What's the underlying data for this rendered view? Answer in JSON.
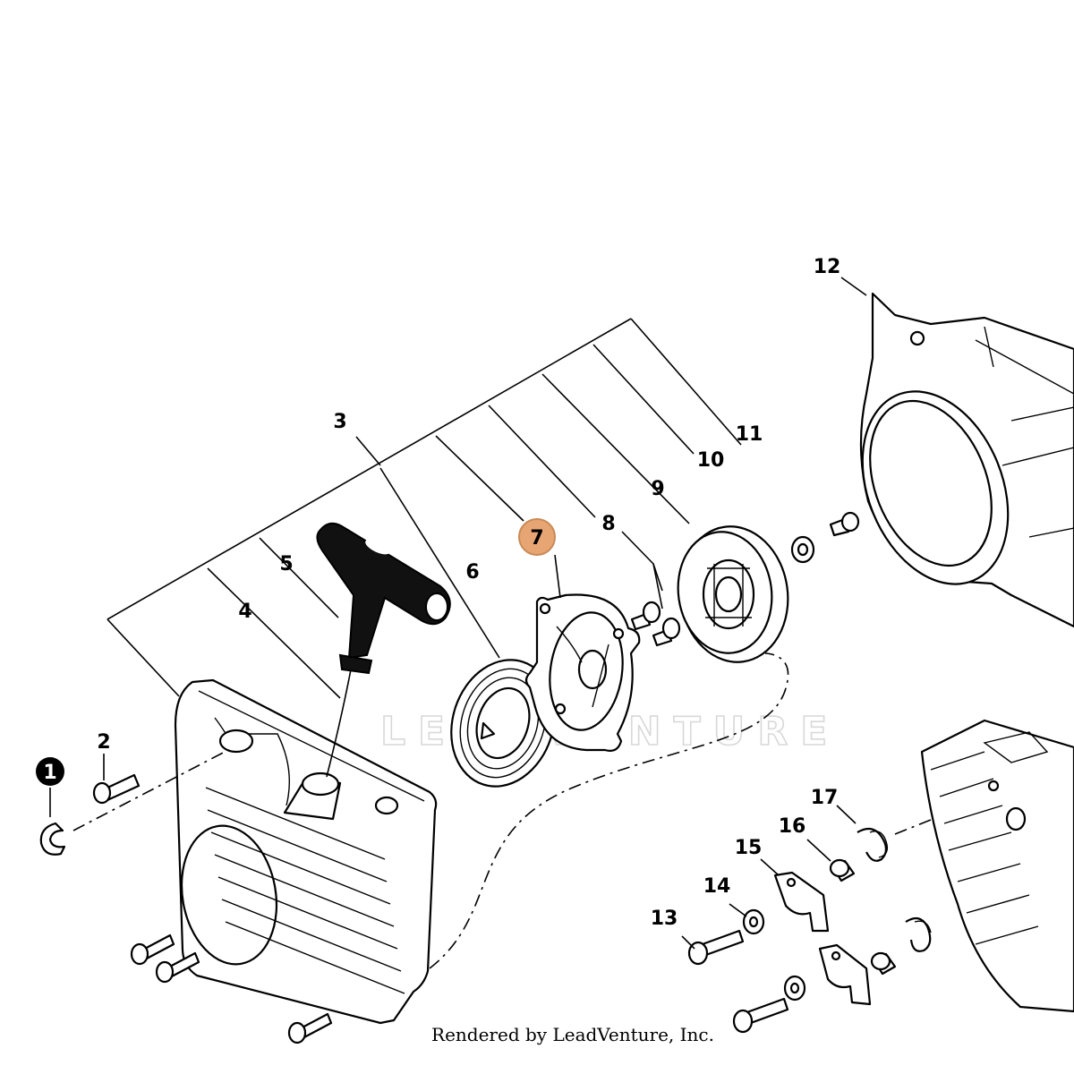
{
  "callouts": [
    {
      "id": "1",
      "style": "filled",
      "color": "#000000"
    },
    {
      "id": "2"
    },
    {
      "id": "3"
    },
    {
      "id": "4"
    },
    {
      "id": "5"
    },
    {
      "id": "6"
    },
    {
      "id": "7",
      "style": "highlight",
      "color": "#e8a574"
    },
    {
      "id": "8"
    },
    {
      "id": "9"
    },
    {
      "id": "10"
    },
    {
      "id": "11"
    },
    {
      "id": "12"
    },
    {
      "id": "13"
    },
    {
      "id": "14"
    },
    {
      "id": "15"
    },
    {
      "id": "16"
    },
    {
      "id": "17"
    }
  ],
  "watermark": "LEADVENTURE",
  "credit": "Rendered by LeadVenture, Inc."
}
